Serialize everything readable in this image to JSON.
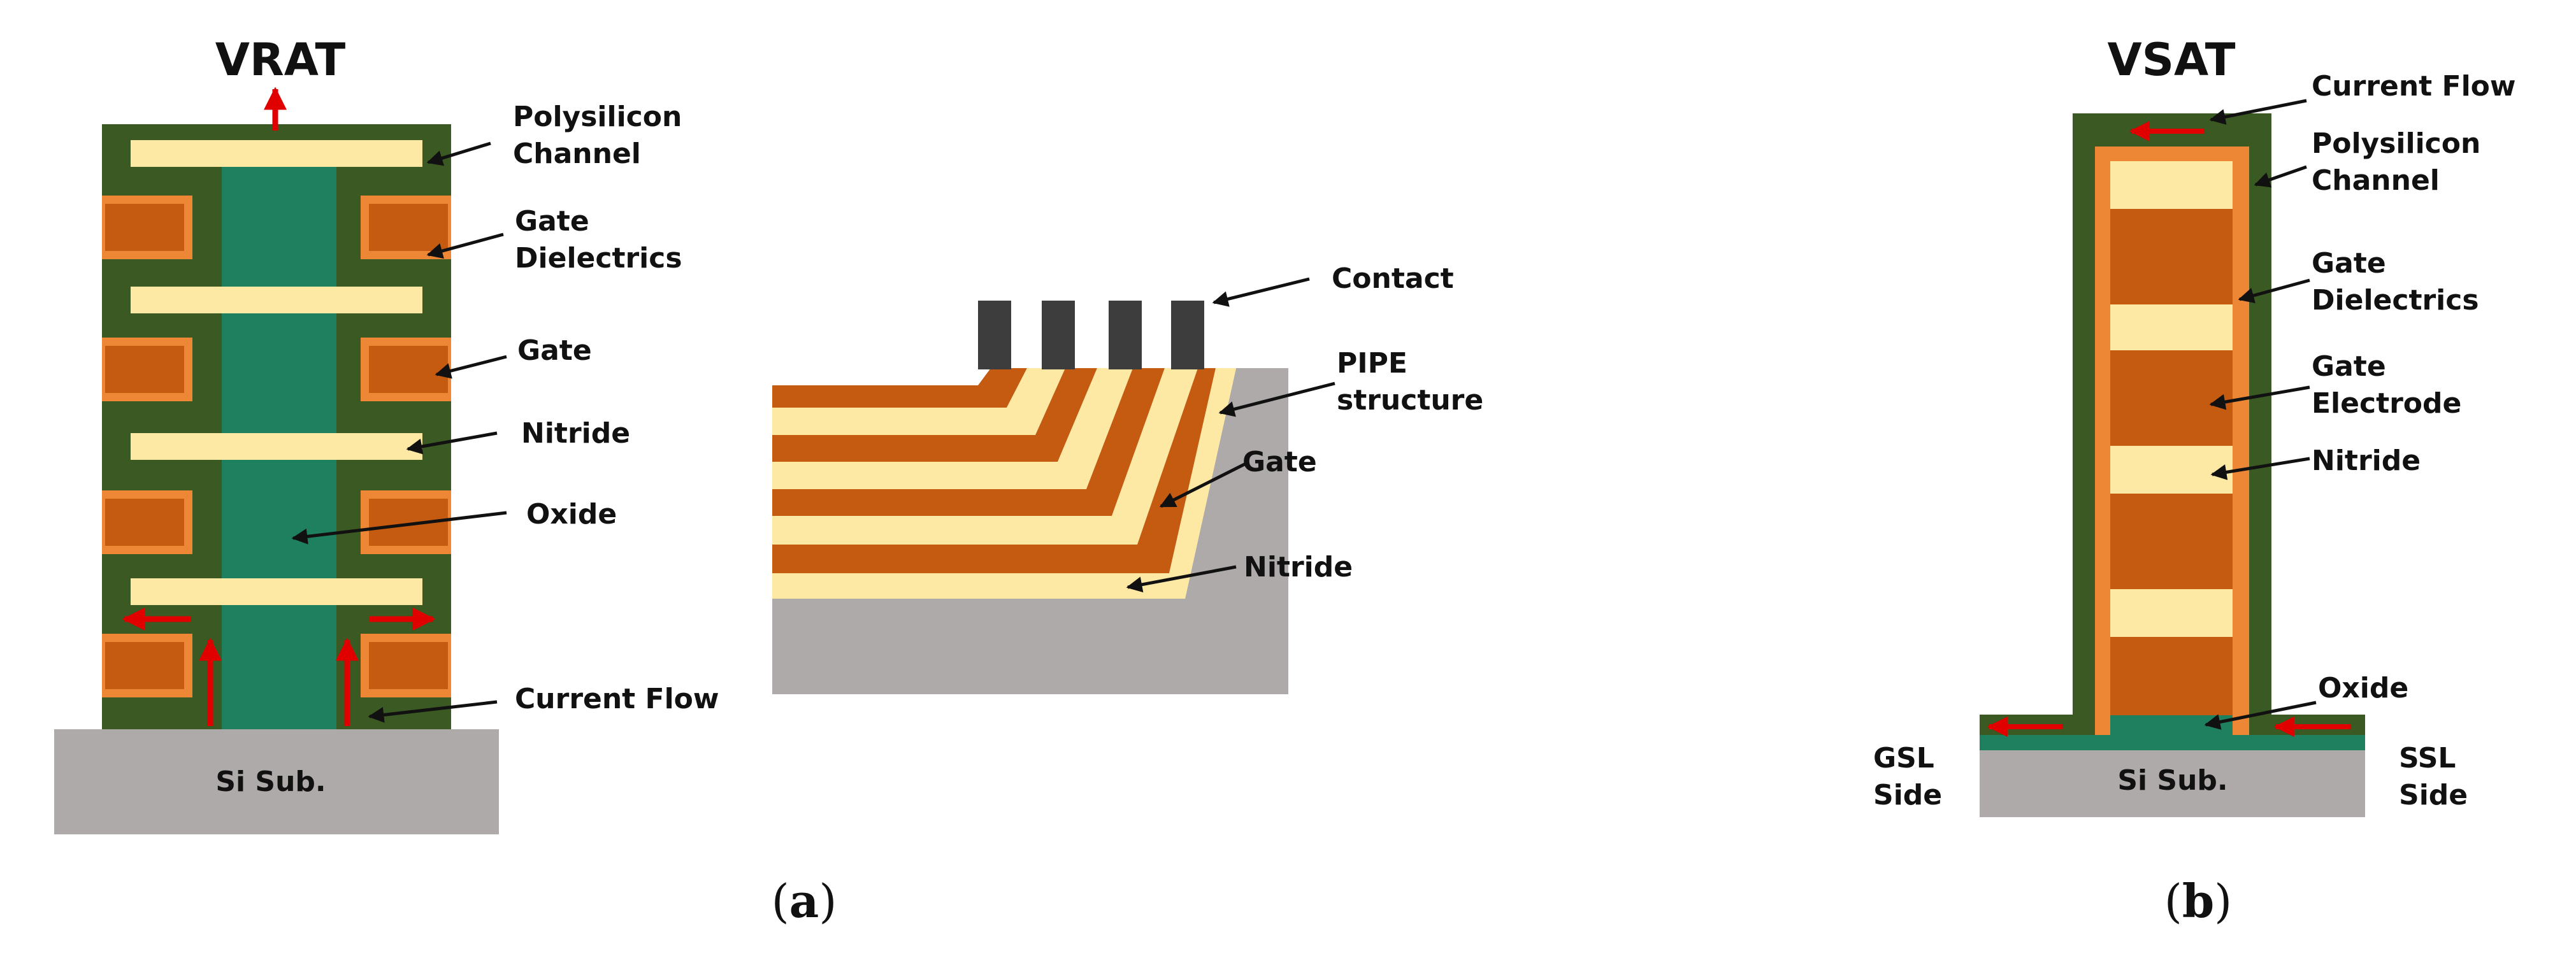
{
  "colors": {
    "outer_green": "#3b5a23",
    "channel_teal": "#1f8060",
    "nitride_yellow": "#fde9a4",
    "gate_orange": "#c55a11",
    "dielectric_orange": "#ee8735",
    "substrate_gray": "#aeaaaa",
    "contact_dark": "#3d3d3d",
    "arrow_black": "#111111",
    "arrow_red": "#e00000"
  },
  "vrat": {
    "title": "VRAT",
    "substrate_label": "Si Sub.",
    "labels": {
      "polysilicon_channel": [
        "Polysilicon",
        "Channel"
      ],
      "gate_dielectrics": [
        "Gate",
        "Dielectrics"
      ],
      "gate": "Gate",
      "nitride": "Nitride",
      "oxide": "Oxide",
      "current_flow": "Current Flow"
    }
  },
  "pipe": {
    "labels": {
      "contact": "Contact",
      "pipe_structure": [
        "PIPE",
        "structure"
      ],
      "gate": "Gate",
      "nitride": "Nitride"
    }
  },
  "vsat": {
    "title": "VSAT",
    "substrate_label": "Si Sub.",
    "labels": {
      "current_flow": "Current Flow",
      "polysilicon_channel": [
        "Polysilicon",
        "Channel"
      ],
      "gate_dielectrics": [
        "Gate",
        "Dielectrics"
      ],
      "gate_electrode": [
        "Gate",
        "Electrode"
      ],
      "nitride": "Nitride",
      "oxide": "Oxide",
      "gsl_side": [
        "GSL",
        "Side"
      ],
      "ssl_side": [
        "SSL",
        "Side"
      ]
    }
  },
  "captions": {
    "a": "a",
    "b": "b"
  }
}
